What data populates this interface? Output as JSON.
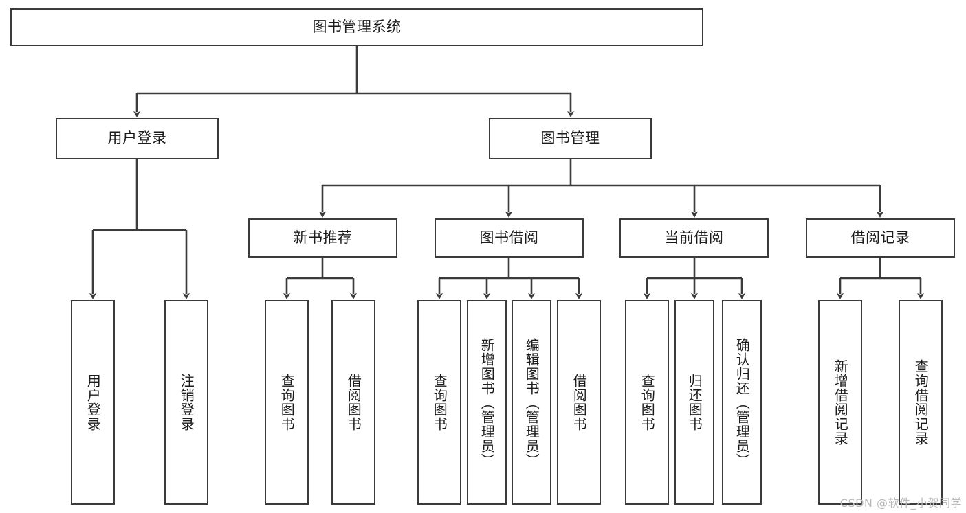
{
  "diagram": {
    "title_node": {
      "label": "图书管理系统"
    },
    "level2": [
      {
        "id": "user-login",
        "label": "用户登录"
      },
      {
        "id": "book-management",
        "label": "图书管理"
      }
    ],
    "level3": [
      {
        "id": "new-book-recommend",
        "label": "新书推荐"
      },
      {
        "id": "book-borrow",
        "label": "图书借阅"
      },
      {
        "id": "current-borrow",
        "label": "当前借阅"
      },
      {
        "id": "borrow-record",
        "label": "借阅记录"
      }
    ],
    "leaves": [
      {
        "id": "leaf-user-login",
        "label": "用户登录",
        "parent": "user-login"
      },
      {
        "id": "leaf-logout-login",
        "label": "注销登录",
        "parent": "user-login"
      },
      {
        "id": "leaf-query-book-1",
        "label": "查询图书",
        "parent": "new-book-recommend"
      },
      {
        "id": "leaf-borrow-book-1",
        "label": "借阅图书",
        "parent": "new-book-recommend"
      },
      {
        "id": "leaf-query-book-2",
        "label": "查询图书",
        "parent": "book-borrow"
      },
      {
        "id": "leaf-add-book",
        "label": "新增图书（管理员）",
        "parent": "book-borrow"
      },
      {
        "id": "leaf-edit-book",
        "label": "编辑图书（管理员）",
        "parent": "book-borrow"
      },
      {
        "id": "leaf-borrow-book-2",
        "label": "借阅图书",
        "parent": "book-borrow"
      },
      {
        "id": "leaf-query-book-3",
        "label": "查询图书",
        "parent": "current-borrow"
      },
      {
        "id": "leaf-return-book",
        "label": "归还图书",
        "parent": "current-borrow"
      },
      {
        "id": "leaf-confirm-return",
        "label": "确认归还（管理员）",
        "parent": "current-borrow"
      },
      {
        "id": "leaf-add-record",
        "label": "新增借阅记录",
        "parent": "borrow-record"
      },
      {
        "id": "leaf-query-record",
        "label": "查询借阅记录",
        "parent": "borrow-record"
      }
    ],
    "watermark": "CSDN @软件_小贺同学",
    "colors": {
      "border": "#3b3b3b",
      "background": "#ffffff",
      "text": "#1c1c1c",
      "watermark": "#b9b9b9"
    }
  }
}
